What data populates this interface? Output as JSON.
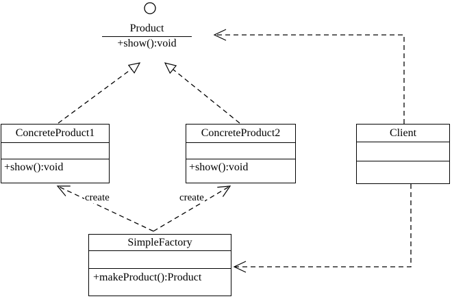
{
  "colors": {
    "line": "#000000",
    "background": "#ffffff"
  },
  "interface": {
    "name": "Product",
    "method": "+show():void"
  },
  "classes": {
    "concrete_product_1": {
      "title": "ConcreteProduct1",
      "method": "+show():void"
    },
    "concrete_product_2": {
      "title": "ConcreteProduct2",
      "method": "+show():void"
    },
    "client": {
      "title": "Client"
    },
    "simple_factory": {
      "title": "SimpleFactory",
      "method": "+makeProduct():Product"
    }
  },
  "edge_labels": {
    "create_left": "create",
    "create_right": "create"
  }
}
